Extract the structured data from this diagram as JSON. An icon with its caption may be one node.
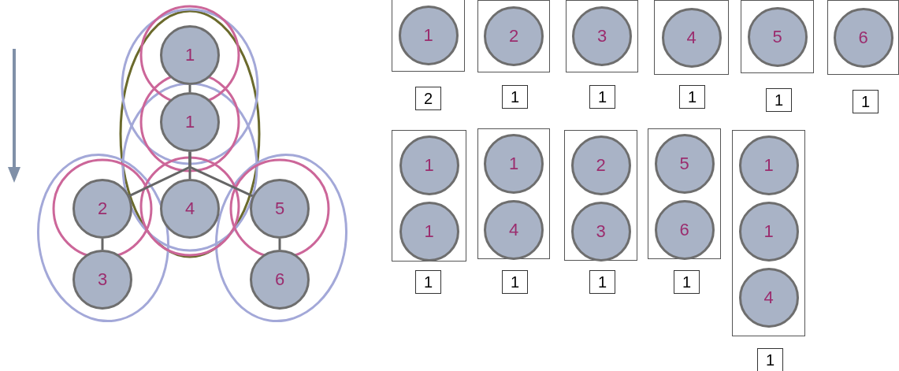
{
  "diagram": {
    "nodes": [
      {
        "text": [
          "1"
        ]
      },
      {
        "text": [
          "1"
        ]
      },
      {
        "text": [
          "2"
        ]
      },
      {
        "text": [
          "4"
        ]
      },
      {
        "text": [
          "5"
        ]
      },
      {
        "text": [
          "3"
        ]
      },
      {
        "text": [
          "6"
        ]
      },
      {
        "text": [],
        "shape": "box"
      },
      {
        "text": [
          "1"
        ],
        "in": 7
      },
      {
        "text": [
          "2"
        ]
      },
      {
        "text": [],
        "shape": "box"
      },
      {
        "text": [
          "2"
        ],
        "in": 10
      },
      {
        "text": [
          "1"
        ]
      },
      {
        "text": [],
        "shape": "box"
      },
      {
        "text": [
          "3"
        ],
        "in": 13
      },
      {
        "text": [
          "1"
        ]
      },
      {
        "text": [],
        "shape": "box"
      },
      {
        "text": [
          "4"
        ],
        "in": 16
      },
      {
        "text": [
          "1"
        ]
      },
      {
        "text": [],
        "shape": "box"
      },
      {
        "text": [
          "5"
        ],
        "in": 19
      },
      {
        "text": [
          "1"
        ]
      },
      {
        "text": [],
        "shape": "box"
      },
      {
        "text": [
          "6"
        ],
        "in": 22
      },
      {
        "text": [
          "1"
        ]
      },
      {
        "text": [],
        "shape": "box"
      },
      {
        "text": [
          "1"
        ],
        "in": 25
      },
      {
        "text": [
          "1"
        ],
        "in": 25
      },
      {
        "text": [
          "1"
        ]
      },
      {
        "text": [],
        "shape": "box"
      },
      {
        "text": [
          "1"
        ],
        "in": 29
      },
      {
        "text": [
          "4"
        ],
        "in": 29
      },
      {
        "text": [
          "1"
        ]
      },
      {
        "text": [],
        "shape": "box"
      },
      {
        "text": [
          "2"
        ],
        "in": 33
      },
      {
        "text": [
          "3"
        ],
        "in": 33
      },
      {
        "text": [
          "1"
        ]
      },
      {
        "text": [],
        "shape": "box"
      },
      {
        "text": [
          "5"
        ],
        "in": 37
      },
      {
        "text": [
          "6"
        ],
        "in": 37
      },
      {
        "text": [
          "1"
        ]
      },
      {
        "text": [],
        "shape": "box"
      },
      {
        "text": [
          "1"
        ],
        "in": 41
      },
      {
        "text": [
          "1"
        ],
        "in": 41
      },
      {
        "text": [
          "4"
        ],
        "in": 41
      },
      {
        "text": [
          "1"
        ]
      }
    ],
    "edges": [
      {
        "from": 0,
        "to": 1,
        "arrow": "none"
      },
      {
        "from": 1,
        "to": 2,
        "arrow": "none"
      },
      {
        "from": 1,
        "to": 3,
        "arrow": "none"
      },
      {
        "from": 1,
        "to": 4,
        "arrow": "none"
      },
      {
        "from": 2,
        "to": 5,
        "arrow": "none"
      },
      {
        "from": 4,
        "to": 6,
        "arrow": "none"
      }
    ]
  }
}
